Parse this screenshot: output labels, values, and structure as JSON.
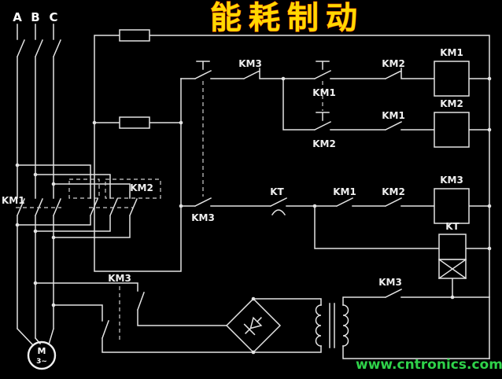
{
  "title": "能耗制动",
  "watermark": "www.cntronics.com",
  "colors": {
    "background": "#000000",
    "line": "#e3e3e3",
    "title_fill": "#ffd900",
    "title_stroke": "#e03a00",
    "watermark": "#2fd24a"
  },
  "phases": {
    "a": "A",
    "b": "B",
    "c": "C"
  },
  "motor": {
    "letter": "M",
    "phase": "3~"
  },
  "labels": {
    "main_km1": "KM1",
    "main_km2": "KM2",
    "brake_km3": "KM3",
    "r1_km3": "KM3",
    "r1_km1": "KM1",
    "r1_km2": "KM2",
    "r2_km2": "KM2",
    "r2_km1": "KM1",
    "r3_km3": "KM3",
    "r3_kt": "KT",
    "r3_km1": "KM1",
    "r3_km2": "KM2",
    "coil_km1": "KM1",
    "coil_km2": "KM2",
    "coil_km3": "KM3",
    "coil_kt": "KT",
    "tx_km3": "KM3"
  }
}
